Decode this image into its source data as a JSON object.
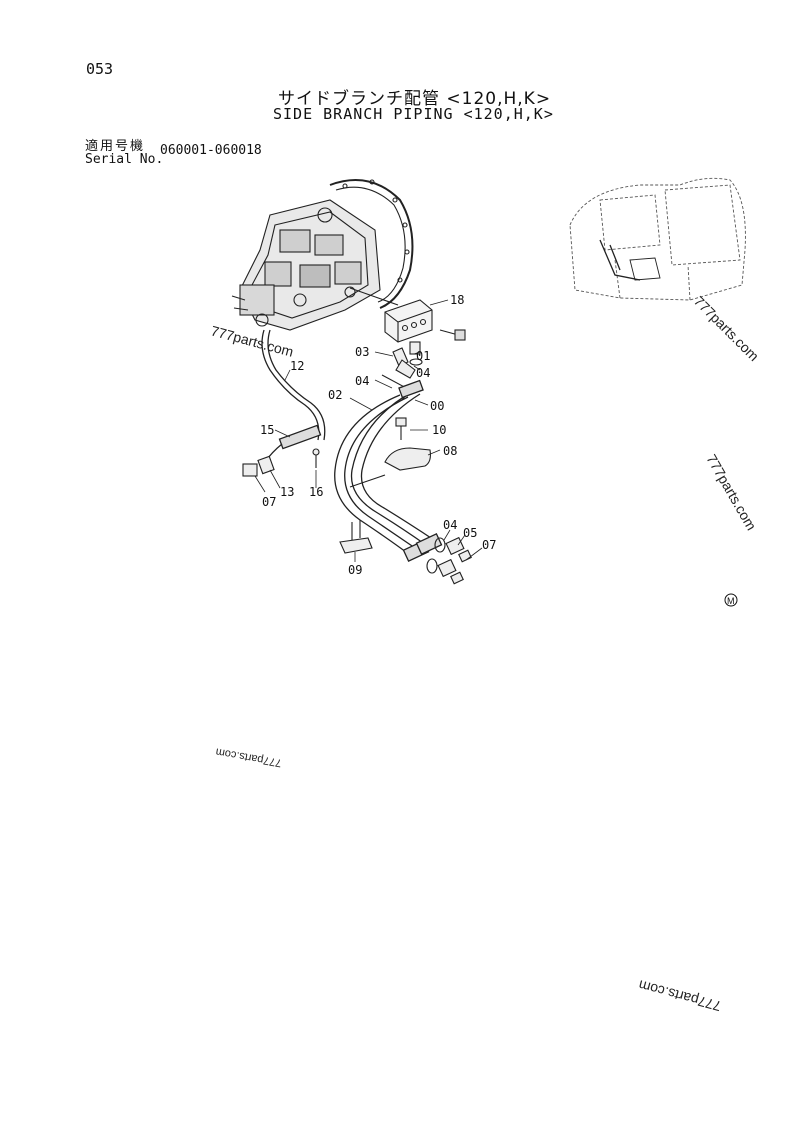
{
  "page_number": "053",
  "title_jp": "サイドブランチ配管 <120,H,K>",
  "title_en": "SIDE BRANCH PIPING <120,H,K>",
  "serial": {
    "label_jp": "適用号機",
    "label_en": "Serial No.",
    "value": "060001-060018"
  },
  "parts": [
    "18",
    "03",
    "01",
    "04",
    "04",
    "02",
    "00",
    "10",
    "08",
    "12",
    "15",
    "07",
    "13",
    "16",
    "09",
    "04",
    "05",
    "07"
  ],
  "watermarks": [
    "777parts.com",
    "777parts.com",
    "777parts.com",
    "777parts.com",
    "777parts.com"
  ],
  "mark": "M"
}
